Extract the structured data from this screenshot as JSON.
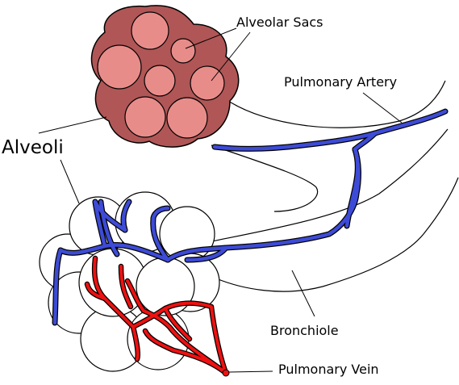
{
  "labels": {
    "alveolar_sacs": "Alveolar Sacs",
    "pulmonary_artery": "Pulmonary Artery",
    "alveoli": "Alveoli",
    "bronchiole": "Bronchiole",
    "pulmonary_vein": "Pulmonary Vein"
  },
  "colors": {
    "sac_outer": "#b05656",
    "sac_inner": "#e88c8a",
    "artery": "#3d4bd6",
    "vein": "#ee1111",
    "alveolus_fill": "#ffffff",
    "outline": "#000000"
  }
}
